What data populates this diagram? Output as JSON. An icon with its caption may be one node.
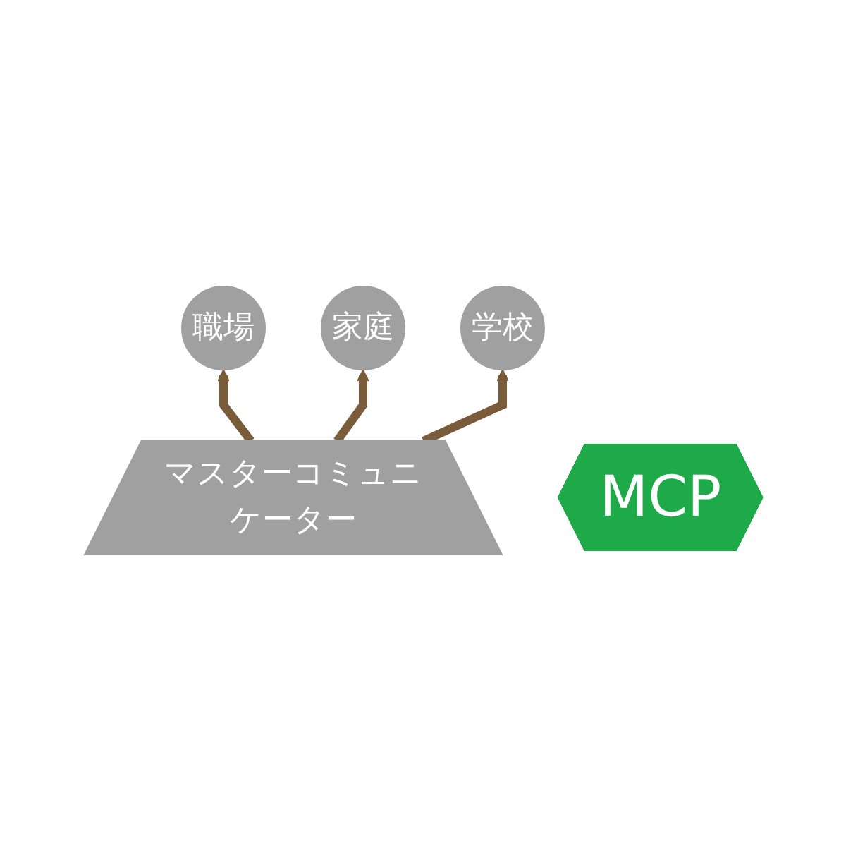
{
  "diagram": {
    "nodes": [
      {
        "text": [
          "職場"
        ]
      },
      {
        "text": [
          "家庭"
        ]
      },
      {
        "text": [
          "学校"
        ]
      },
      {
        "text": [
          "マスターコミュニケーター"
        ]
      },
      {
        "text": [
          "MCP"
        ]
      }
    ],
    "edges": [
      {
        "from": 3,
        "to": 0,
        "arrow": "to"
      },
      {
        "from": 3,
        "to": 1,
        "arrow": "to"
      },
      {
        "from": 3,
        "to": 2,
        "arrow": "to"
      }
    ]
  }
}
